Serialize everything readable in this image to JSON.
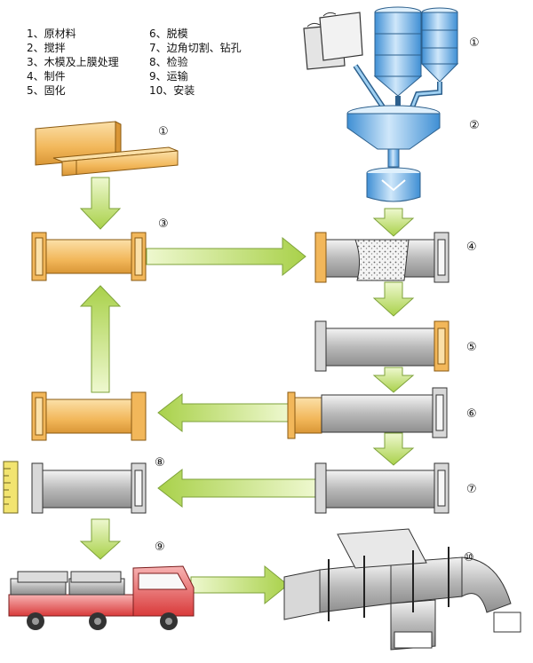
{
  "legend": [
    "1、原材料",
    "2、搅拌",
    "3、木模及上膜处理",
    "4、制件",
    "5、固化",
    "6、脱模",
    "7、边角切割、钻孔",
    "8、检验",
    "9、运输",
    "10、安装"
  ],
  "markers": [
    "①",
    "②",
    "③",
    "④",
    "⑤",
    "⑥",
    "⑦",
    "⑧",
    "⑨",
    "⑩"
  ],
  "colors": {
    "arrow": "#c4e07a",
    "wood": "#f2b75a",
    "metal": "#c9c9c9",
    "silo": "#6fb3e6",
    "truck": "#e85a5a"
  }
}
